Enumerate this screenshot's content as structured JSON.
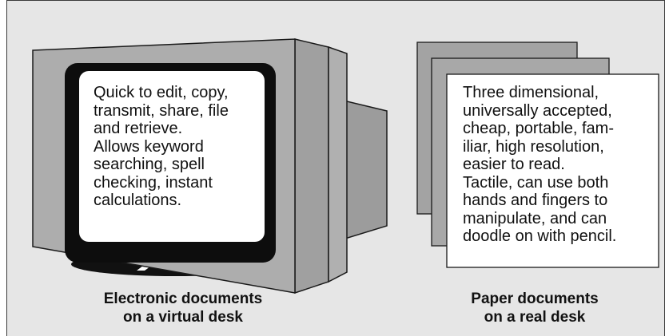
{
  "monitor": {
    "screen_text": "Quick to edit, copy,\ntransmit, share, file\nand retrieve.\nAllows keyword\nsearching, spell\nchecking, instant\ncalculations.",
    "caption": "Electronic documents\non a virtual desk"
  },
  "paper": {
    "text": "Three dimensional,\nuniversally accepted,\ncheap, portable, fam-\niliar, high resolution,\neasier to read.\nTactile, can use both\nhands and fingers to\nmanipulate, and can\ndoodle on with pencil.",
    "caption": "Paper documents\non a real desk"
  },
  "colors": {
    "background": "#e6e6e6",
    "monitor_case": "#a9a9a9",
    "bezel": "#0d0d0d",
    "screen": "#ffffff",
    "paper_back": "#a3a3a3",
    "paper_front": "#ffffff"
  }
}
